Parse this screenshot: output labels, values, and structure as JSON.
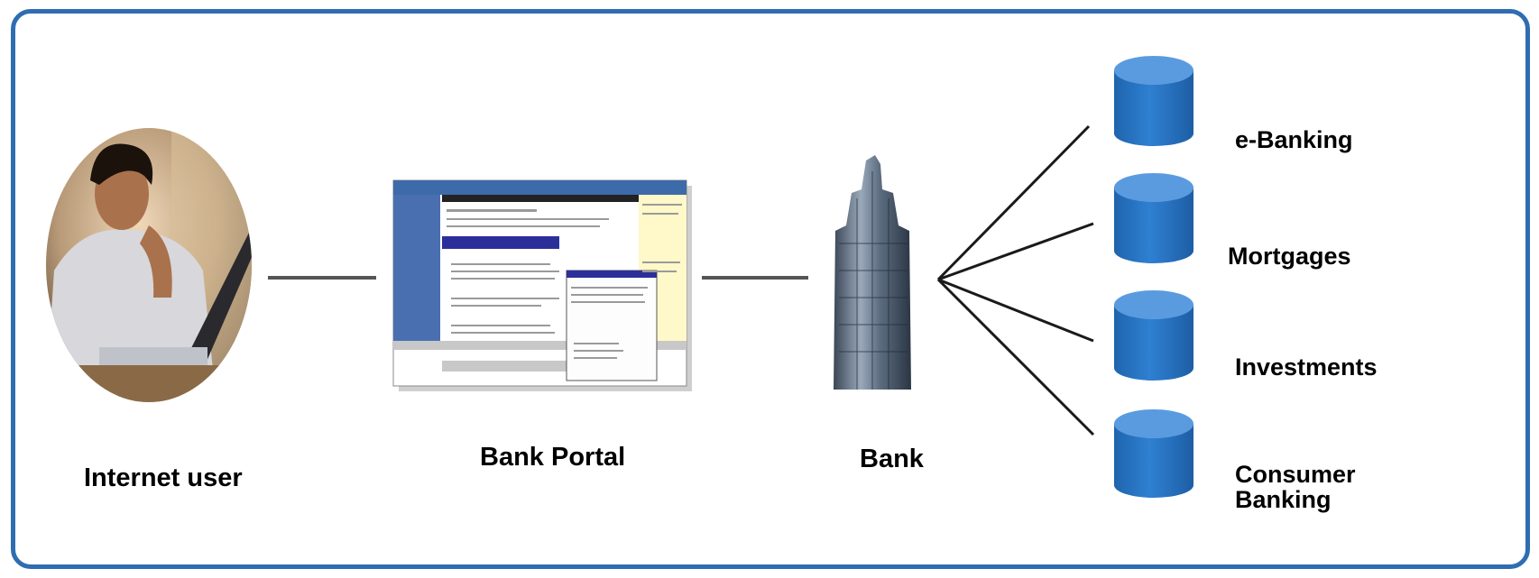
{
  "nodes": {
    "user": {
      "label": "Internet user"
    },
    "portal": {
      "label": "Bank Portal"
    },
    "bank": {
      "label": "Bank"
    }
  },
  "databases": [
    {
      "label": "e-Banking"
    },
    {
      "label": "Mortgages"
    },
    {
      "label": "Investments"
    },
    {
      "label": "Consumer Banking"
    }
  ],
  "colors": {
    "frame": "#2f6db1",
    "cylinder": "#2b78c8",
    "cylinder_top": "#5a9be0"
  }
}
